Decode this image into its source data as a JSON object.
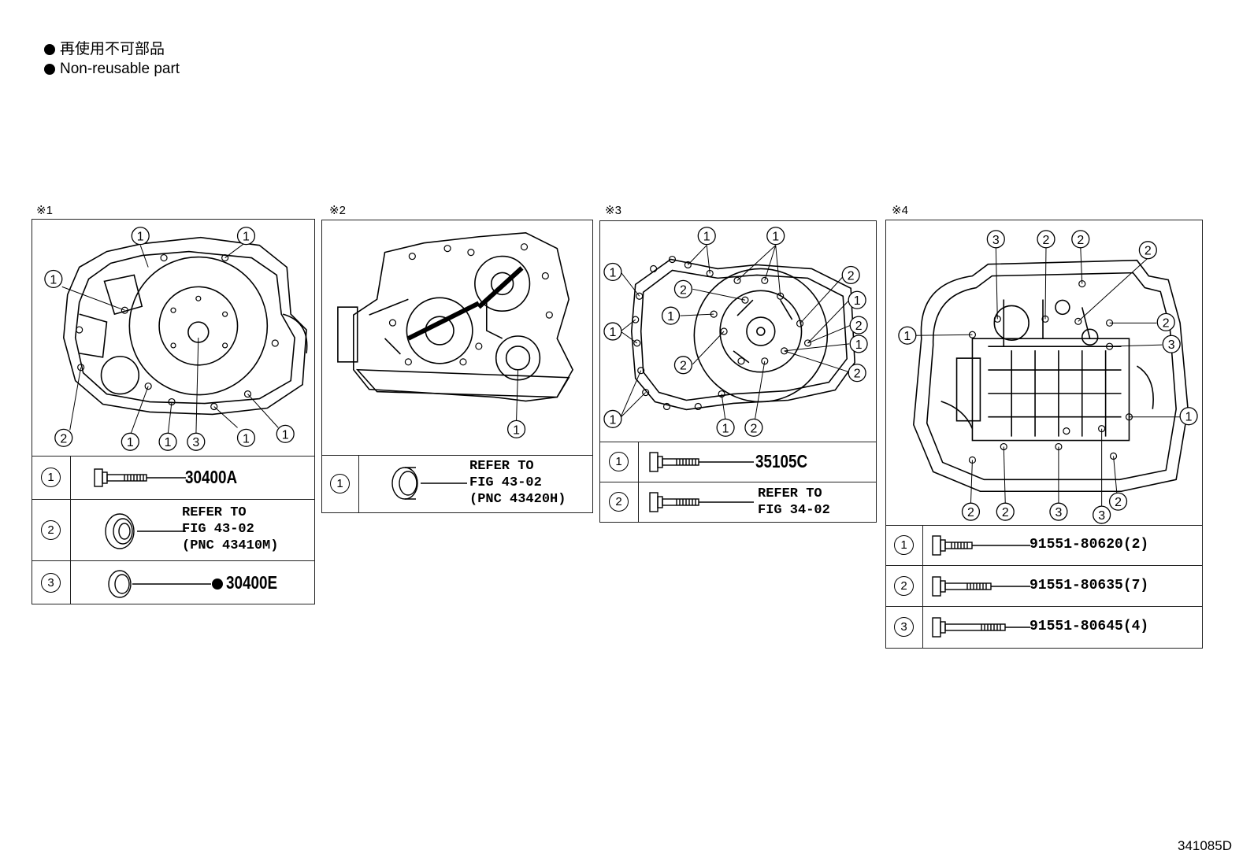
{
  "legend": {
    "jp": "再使用不可部品",
    "en": "Non-reusable part"
  },
  "figure_id": "341085D",
  "panels": [
    {
      "mark": "※1",
      "rows": [
        {
          "num": "1",
          "ref": "30400A"
        },
        {
          "num": "2",
          "ref_lines": [
            "REFER TO",
            "FIG 43-02",
            "(PNC 43410M)"
          ]
        },
        {
          "num": "3",
          "ref": "30400E",
          "non_reusable": true
        }
      ],
      "callouts": [
        "1",
        "1",
        "1",
        "2",
        "1",
        "1",
        "3",
        "1",
        "1"
      ]
    },
    {
      "mark": "※2",
      "rows": [
        {
          "num": "1",
          "ref_lines": [
            "REFER TO",
            "FIG 43-02",
            "(PNC 43420H)"
          ]
        }
      ],
      "callouts": [
        "1"
      ]
    },
    {
      "mark": "※3",
      "rows": [
        {
          "num": "1",
          "ref": "35105C"
        },
        {
          "num": "2",
          "ref_lines": [
            "REFER TO",
            "FIG 34-02"
          ]
        }
      ],
      "callouts": [
        "1",
        "1",
        "1",
        "1",
        "1",
        "2",
        "1",
        "2",
        "2",
        "1",
        "2",
        "1",
        "2",
        "1",
        "2"
      ]
    },
    {
      "mark": "※4",
      "rows": [
        {
          "num": "1",
          "ref": "91551-80620(2)"
        },
        {
          "num": "2",
          "ref": "91551-80635(7)"
        },
        {
          "num": "3",
          "ref": "91551-80645(4)"
        }
      ],
      "callouts": [
        "3",
        "2",
        "2",
        "2",
        "1",
        "2",
        "3",
        "1",
        "2",
        "2",
        "3",
        "3",
        "2"
      ]
    }
  ]
}
